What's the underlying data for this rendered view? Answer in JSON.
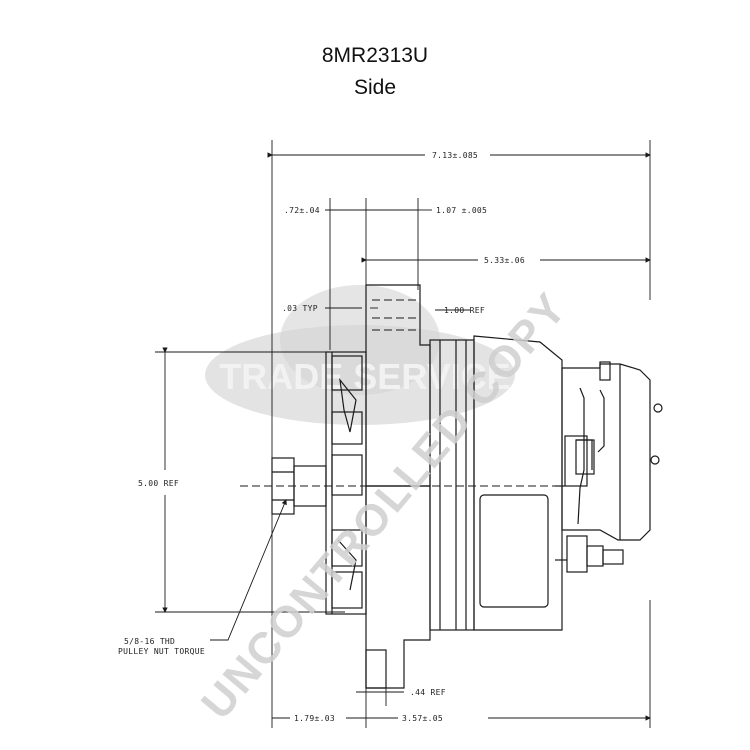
{
  "header": {
    "title": "8MR2313U",
    "subtitle": "Side"
  },
  "dimensions": {
    "overall_length": "7.13±.085",
    "front_offset": ".72±.04",
    "pulley_offset": "1.07 ±.005",
    "rear_length": "5.33±.06",
    "gap": ".03 TYP",
    "boss_ref": "1.00 REF",
    "height_ref": "5.00 REF",
    "mount_ref": ".44 REF",
    "front_to_mount": "1.79±.03",
    "mount_to_rear": "3.57±.05"
  },
  "callout": {
    "line1": "5/8-16 THD",
    "line2": "PULLEY NUT TORQUE"
  },
  "watermarks": {
    "badge": "TRADE SERVICE",
    "diagonal": "UNCONTROLLED COPY"
  },
  "colors": {
    "line": "#1a1a1a",
    "watermark": "#c8c8c8",
    "badge": "#d9d9d9"
  }
}
